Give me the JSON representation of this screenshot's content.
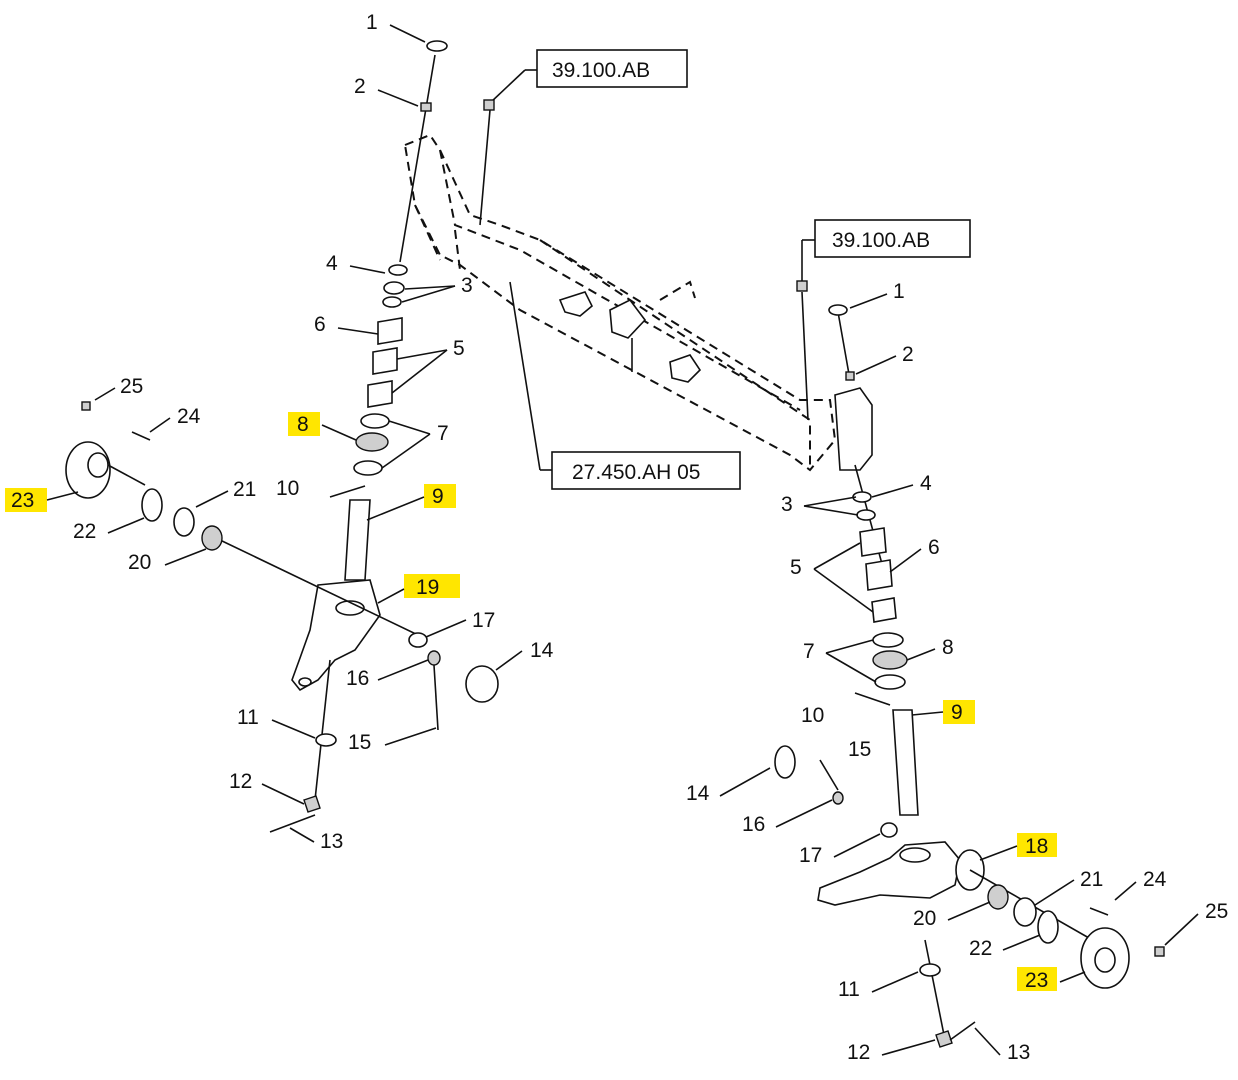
{
  "diagram": {
    "references": {
      "ref_top": "39.100.AB",
      "ref_mid": "39.100.AB",
      "ref_axle": "27.450.AH 05"
    },
    "callouts_left": {
      "c1": "1",
      "c2": "2",
      "c3": "3",
      "c4": "4",
      "c5": "5",
      "c6": "6",
      "c7": "7",
      "c8": "8",
      "c9": "9",
      "c10": "10",
      "c11": "11",
      "c12": "12",
      "c13": "13",
      "c14": "14",
      "c15": "15",
      "c16": "16",
      "c17": "17",
      "c19": "19",
      "c20": "20",
      "c21": "21",
      "c22": "22",
      "c23": "23",
      "c24": "24",
      "c25": "25"
    },
    "callouts_right": {
      "c1": "1",
      "c2": "2",
      "c3": "3",
      "c4": "4",
      "c5": "5",
      "c6": "6",
      "c7": "7",
      "c8": "8",
      "c9": "9",
      "c10": "10",
      "c11": "11",
      "c12": "12",
      "c13": "13",
      "c14": "14",
      "c15": "15",
      "c16": "16",
      "c17": "17",
      "c18": "18",
      "c20": "20",
      "c21": "21",
      "c22": "22",
      "c23": "23",
      "c24": "24",
      "c25": "25"
    },
    "highlight_color": "#ffe600"
  }
}
